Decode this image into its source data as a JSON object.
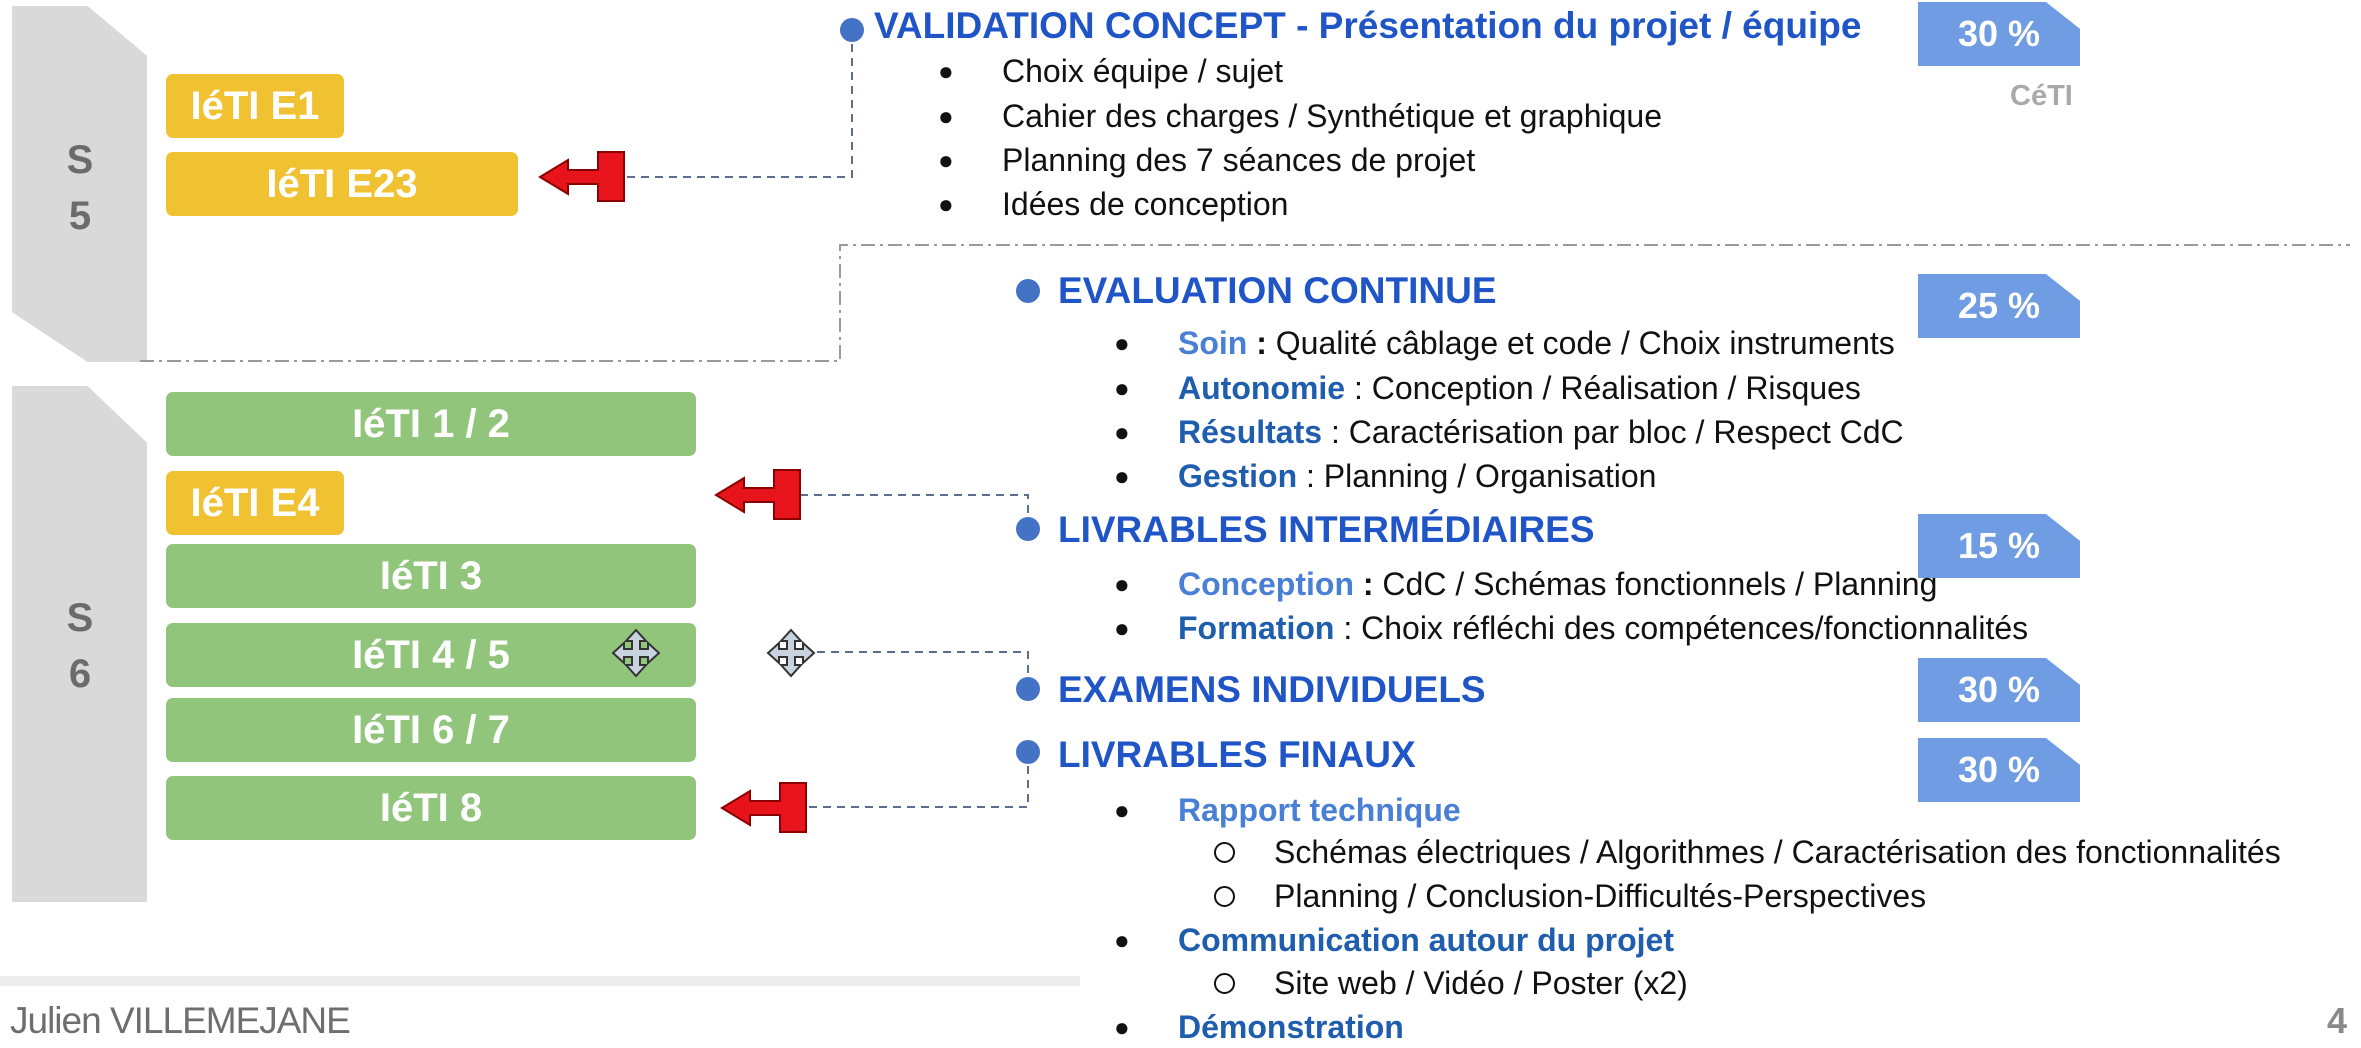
{
  "semesters": [
    {
      "label": "S\n5"
    },
    {
      "label": "S\n6"
    }
  ],
  "courses_s5": [
    {
      "label": "IéTI E1"
    },
    {
      "label": "IéTI E23"
    }
  ],
  "courses_s6": [
    {
      "label": "IéTI 1 / 2"
    },
    {
      "label": "IéTI E4"
    },
    {
      "label": "IéTI 3"
    },
    {
      "label": "IéTI 4 / 5"
    },
    {
      "label": "IéTI 6 / 7"
    },
    {
      "label": "IéTI 8"
    }
  ],
  "validation": {
    "title": "VALIDATION CONCEPT - Présentation du projet / équipe",
    "items": [
      "Choix équipe / sujet",
      "Cahier des charges / Synthétique et graphique",
      "Planning des 7 séances de projet",
      "Idées de conception"
    ],
    "percent": "30 %",
    "tag_note": "CéTI"
  },
  "evaluation": {
    "title": "EVALUATION CONTINUE",
    "percent": "25 %",
    "items": [
      {
        "key": "Soin",
        "sep": " : ",
        "text": "Qualité câblage et code / Choix instruments"
      },
      {
        "key": "Autonomie",
        "sep": " : ",
        "text": "Conception / Réalisation / Risques"
      },
      {
        "key": "Résultats",
        "sep": " : ",
        "text": "Caractérisation par bloc / Respect CdC"
      },
      {
        "key": "Gestion",
        "sep": " : ",
        "text": "Planning / Organisation"
      }
    ]
  },
  "intermediate": {
    "title": "LIVRABLES INTERMÉDIAIRES",
    "percent": "15 %",
    "items": [
      {
        "key": "Conception",
        "sep": " : ",
        "text": "CdC / Schémas fonctionnels / Planning"
      },
      {
        "key": "Formation",
        "sep": " : ",
        "text": "Choix réfléchi des compétences/fonctionnalités"
      }
    ]
  },
  "exams": {
    "title": "EXAMENS INDIVIDUELS",
    "percent": "30 %"
  },
  "final": {
    "title": "LIVRABLES FINAUX",
    "percent": "30 %",
    "rapport": "Rapport technique",
    "rapport_items": [
      "Schémas électriques / Algorithmes / Caractérisation des fonctionnalités",
      "Planning / Conclusion-Difficultés-Perspectives"
    ],
    "communication": "Communication autour du projet",
    "communication_items": [
      "Site web / Vidéo / Poster (x2)"
    ],
    "demonstration": "Démonstration"
  },
  "footer": {
    "author": "Julien VILLEMEJANE",
    "page": "4"
  },
  "colors": {
    "heading": "#1f55c7",
    "key": "#1f5dae",
    "tag": "#6f9ce2",
    "yellow": "#f0c231",
    "green": "#92c57c",
    "arrow": "#e8141c"
  },
  "icons": [
    "arrow-left-icon",
    "move-cursor-icon"
  ]
}
